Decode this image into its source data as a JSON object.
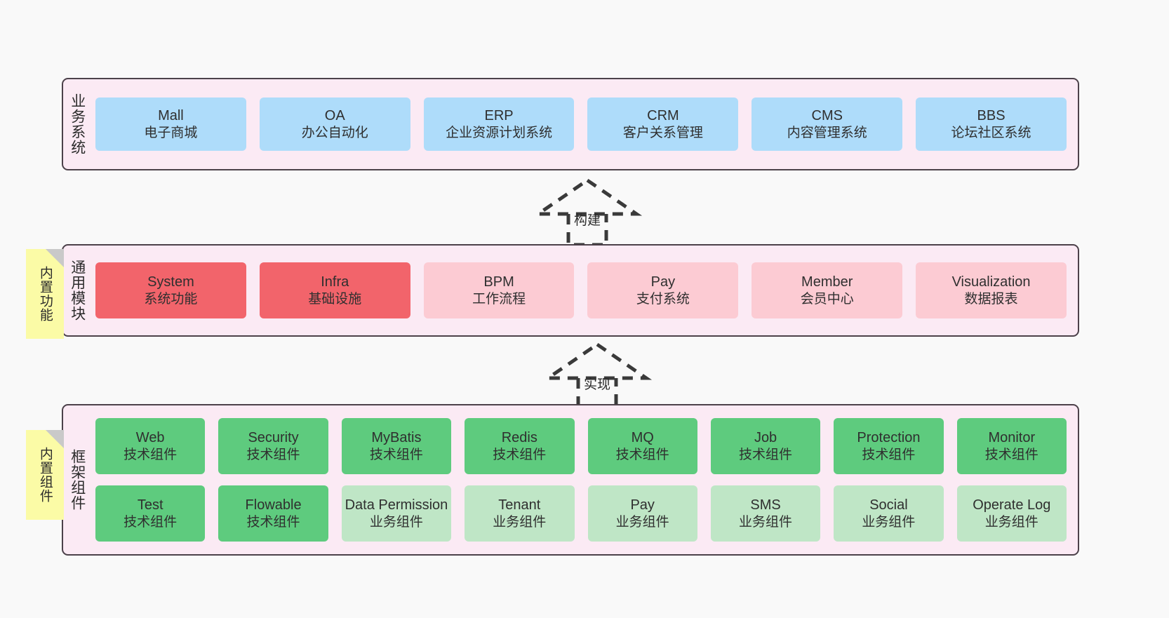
{
  "layers": [
    {
      "id": "business-system",
      "title": "业务系统",
      "rows": [
        [
          {
            "name": "Mall",
            "desc": "电子商城",
            "color": "blue"
          },
          {
            "name": "OA",
            "desc": "办公自动化",
            "color": "blue"
          },
          {
            "name": "ERP",
            "desc": "企业资源计划系统",
            "color": "blue"
          },
          {
            "name": "CRM",
            "desc": "客户关系管理",
            "color": "blue"
          },
          {
            "name": "CMS",
            "desc": "内容管理系统",
            "color": "blue"
          },
          {
            "name": "BBS",
            "desc": "论坛社区系统",
            "color": "blue"
          }
        ]
      ]
    },
    {
      "id": "common-module",
      "title": "通用模块",
      "rows": [
        [
          {
            "name": "System",
            "desc": "系统功能",
            "color": "red"
          },
          {
            "name": "Infra",
            "desc": "基础设施",
            "color": "red"
          },
          {
            "name": "BPM",
            "desc": "工作流程",
            "color": "pink"
          },
          {
            "name": "Pay",
            "desc": "支付系统",
            "color": "pink"
          },
          {
            "name": "Member",
            "desc": "会员中心",
            "color": "pink"
          },
          {
            "name": "Visualization",
            "desc": "数据报表",
            "color": "pink"
          }
        ]
      ]
    },
    {
      "id": "framework-component",
      "title": "框架组件",
      "rows": [
        [
          {
            "name": "Web",
            "desc": "技术组件",
            "color": "green"
          },
          {
            "name": "Security",
            "desc": "技术组件",
            "color": "green"
          },
          {
            "name": "MyBatis",
            "desc": "技术组件",
            "color": "green"
          },
          {
            "name": "Redis",
            "desc": "技术组件",
            "color": "green"
          },
          {
            "name": "MQ",
            "desc": "技术组件",
            "color": "green"
          },
          {
            "name": "Job",
            "desc": "技术组件",
            "color": "green"
          },
          {
            "name": "Protection",
            "desc": "技术组件",
            "color": "green"
          },
          {
            "name": "Monitor",
            "desc": "技术组件",
            "color": "green"
          }
        ],
        [
          {
            "name": "Test",
            "desc": "技术组件",
            "color": "green"
          },
          {
            "name": "Flowable",
            "desc": "技术组件",
            "color": "green"
          },
          {
            "name": "Data Permission",
            "desc": "业务组件",
            "color": "green-light"
          },
          {
            "name": "Tenant",
            "desc": "业务组件",
            "color": "green-light"
          },
          {
            "name": "Pay",
            "desc": "业务组件",
            "color": "green-light"
          },
          {
            "name": "SMS",
            "desc": "业务组件",
            "color": "green-light"
          },
          {
            "name": "Social",
            "desc": "业务组件",
            "color": "green-light"
          },
          {
            "name": "Operate Log",
            "desc": "业务组件",
            "color": "green-light"
          }
        ]
      ]
    }
  ],
  "sticky_notes": [
    {
      "id": "built-in-function",
      "label": "内置功能"
    },
    {
      "id": "built-in-component",
      "label": "内置组件"
    }
  ],
  "arrows": [
    {
      "id": "build",
      "label": "构建"
    },
    {
      "id": "implement",
      "label": "实现"
    }
  ],
  "colors": {
    "background": "#f9f9f9",
    "layer_fill": "#fbeaf4",
    "layer_border": "#4c414a",
    "blue": "#aedcfa",
    "red": "#f2646b",
    "pink": "#fccbd3",
    "green": "#5ecb7e",
    "green_light": "#bfe6c6",
    "sticky": "#fbfba6",
    "sticky_fold": "#c9c9c9",
    "arrow": "#3a3a3a"
  }
}
